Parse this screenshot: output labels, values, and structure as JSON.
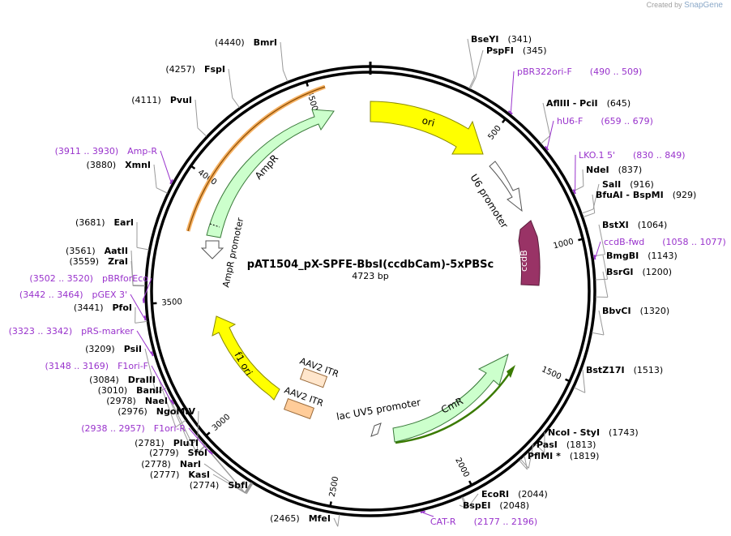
{
  "credit": {
    "prefix": "Created by",
    "brand": "SnapGene"
  },
  "plasmid": {
    "name": "pAT1504_pX-SPFE-BbsI(ccdbCam)-5xPBSc",
    "length_label": "4723 bp",
    "length": 4723
  },
  "colors": {
    "backbone": "#000000",
    "ori": "#ffff00",
    "ampr": "#ccffcc",
    "cmr": "#ccffcc",
    "ccdb": "#993366",
    "itr": "#ffccaa",
    "primer": "#9933cc",
    "primer_text": "#9933cc",
    "ampr_promoter": "#ffffff",
    "u6": "#ffffff"
  },
  "ticks": [
    {
      "pos": 500,
      "label": "500"
    },
    {
      "pos": 1000,
      "label": "1000"
    },
    {
      "pos": 1500,
      "label": "1500"
    },
    {
      "pos": 2000,
      "label": "2000"
    },
    {
      "pos": 2500,
      "label": "2500"
    },
    {
      "pos": 3000,
      "label": "3000"
    },
    {
      "pos": 3500,
      "label": "3500"
    },
    {
      "pos": 4000,
      "label": "4000"
    },
    {
      "pos": 4500,
      "label": "4500"
    }
  ],
  "enzymes": [
    {
      "name": "BmrI",
      "pos": "(4440)",
      "side": "left"
    },
    {
      "name": "FspI",
      "pos": "(4257)",
      "side": "left"
    },
    {
      "name": "PvuI",
      "pos": "(4111)",
      "side": "left"
    },
    {
      "name": "XmnI",
      "pos": "(3880)",
      "side": "left"
    },
    {
      "name": "EarI",
      "pos": "(3681)",
      "side": "left"
    },
    {
      "name": "AatII",
      "pos": "(3561)",
      "side": "left"
    },
    {
      "name": "ZraI",
      "pos": "(3559)",
      "side": "left"
    },
    {
      "name": "PfoI",
      "pos": "(3441)",
      "side": "left"
    },
    {
      "name": "PsiI",
      "pos": "(3209)",
      "side": "left"
    },
    {
      "name": "DraIII",
      "pos": "(3084)",
      "side": "left"
    },
    {
      "name": "BanII",
      "pos": "(3010)",
      "side": "left"
    },
    {
      "name": "NaeI",
      "pos": "(2978)",
      "side": "left"
    },
    {
      "name": "NgoMIV",
      "pos": "(2976)",
      "side": "left"
    },
    {
      "name": "PluTI",
      "pos": "(2781)",
      "side": "left"
    },
    {
      "name": "SfoI",
      "pos": "(2779)",
      "side": "left"
    },
    {
      "name": "NarI",
      "pos": "(2778)",
      "side": "left"
    },
    {
      "name": "KasI",
      "pos": "(2777)",
      "side": "left"
    },
    {
      "name": "SbfI",
      "pos": "(2774)",
      "side": "left"
    },
    {
      "name": "MfeI",
      "pos": "(2465)",
      "side": "left"
    },
    {
      "name": "BseYI",
      "pos": "(341)",
      "side": "right"
    },
    {
      "name": "PspFI",
      "pos": "(345)",
      "side": "right"
    },
    {
      "name": "AflIII - PciI",
      "pos": "(645)",
      "side": "right"
    },
    {
      "name": "NdeI",
      "pos": "(837)",
      "side": "right"
    },
    {
      "name": "SalI",
      "pos": "(916)",
      "side": "right"
    },
    {
      "name": "BfuAI - BspMI",
      "pos": "(929)",
      "side": "right"
    },
    {
      "name": "BstXI",
      "pos": "(1064)",
      "side": "right"
    },
    {
      "name": "BmgBI",
      "pos": "(1143)",
      "side": "right"
    },
    {
      "name": "BsrGI",
      "pos": "(1200)",
      "side": "right"
    },
    {
      "name": "BbvCI",
      "pos": "(1320)",
      "side": "right"
    },
    {
      "name": "BstZ17I",
      "pos": "(1513)",
      "side": "right"
    },
    {
      "name": "NcoI - StyI",
      "pos": "(1743)",
      "side": "right"
    },
    {
      "name": "PasI",
      "pos": "(1813)",
      "side": "right"
    },
    {
      "name": "PflMI *",
      "pos": "(1819)",
      "side": "right"
    },
    {
      "name": "EcoRI",
      "pos": "(2044)",
      "side": "right"
    },
    {
      "name": "BspEI",
      "pos": "(2048)",
      "side": "right"
    }
  ],
  "primers": [
    {
      "name": "pBR322ori-F",
      "range": "(490 .. 509)"
    },
    {
      "name": "hU6-F",
      "range": "(659 .. 679)"
    },
    {
      "name": "LKO.1 5'",
      "range": "(830 .. 849)"
    },
    {
      "name": "ccdB-fwd",
      "range": "(1058 .. 1077)"
    },
    {
      "name": "CAT-R",
      "range": "(2177 .. 2196)"
    },
    {
      "name": "F1ori-R",
      "range": "(2938 .. 2957)"
    },
    {
      "name": "F1ori-F",
      "range": "(3148 .. 3169)"
    },
    {
      "name": "pRS-marker",
      "range": "(3323 .. 3342)"
    },
    {
      "name": "pGEX 3'",
      "range": "(3442 .. 3464)"
    },
    {
      "name": "pBRforEco",
      "range": "(3502 .. 3520)"
    },
    {
      "name": "Amp-R",
      "range": "(3911 .. 3930)"
    }
  ],
  "features": [
    {
      "name": "ori",
      "kind": "ori"
    },
    {
      "name": "U6 promoter",
      "kind": "promoter"
    },
    {
      "name": "ccdB",
      "kind": "cds"
    },
    {
      "name": "CmR",
      "kind": "cds"
    },
    {
      "name": "lac UV5 promoter",
      "kind": "promoter"
    },
    {
      "name": "AAV2 ITR",
      "kind": "repeat"
    },
    {
      "name": "AAV2 ITR",
      "kind": "repeat"
    },
    {
      "name": "f1 ori",
      "kind": "ori"
    },
    {
      "name": "AmpR",
      "kind": "cds"
    },
    {
      "name": "AmpR promoter",
      "kind": "promoter"
    }
  ]
}
